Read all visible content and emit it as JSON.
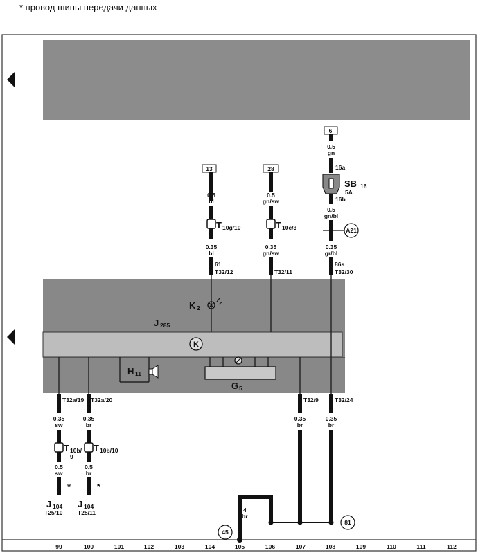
{
  "note": "* провод шины передачи данных",
  "terminals": [
    {
      "id": "t13",
      "label": "13"
    },
    {
      "id": "t28",
      "label": "28"
    },
    {
      "id": "t6",
      "label": "6"
    }
  ],
  "wires": {
    "w1_top": {
      "size": "0.5",
      "color": "bl"
    },
    "w1_bot": {
      "size": "0.35",
      "color": "bl"
    },
    "w2_top": {
      "size": "0.5",
      "color": "gn/sw"
    },
    "w2_bot": {
      "size": "0.35",
      "color": "gn/sw"
    },
    "w3_top": {
      "size": "0.5",
      "color": "gn"
    },
    "w3_mid": {
      "size": "0.5",
      "color": "gn/bl"
    },
    "w3_bot": {
      "size": "0.35",
      "color": "gr/bl"
    },
    "b1_top": {
      "size": "0.35",
      "color": "sw"
    },
    "b1_bot": {
      "size": "0.5",
      "color": "sw"
    },
    "b2_top": {
      "size": "0.35",
      "color": "br"
    },
    "b2_bot": {
      "size": "0.5",
      "color": "br"
    },
    "b3": {
      "size": "0.35",
      "color": "br"
    },
    "b4": {
      "size": "0.35",
      "color": "br"
    },
    "ground": {
      "size": "4",
      "color": "br"
    }
  },
  "connectors": {
    "t10g": {
      "name": "T",
      "sub": "10g/10"
    },
    "t10e": {
      "name": "T",
      "sub": "10e/3"
    },
    "t10b9": {
      "name": "T",
      "sub": "10b/",
      "sub2": "9"
    },
    "t10b10": {
      "name": "T",
      "sub": "10b/10"
    }
  },
  "pins": {
    "p1_num": "61",
    "p1": "T32/12",
    "p2": "T32/11",
    "p3_num": "86s",
    "p3": "T32/30",
    "b1": "T32a/19",
    "b2": "T32a/20",
    "b3": "T32/9",
    "b4": "T32/24"
  },
  "fuse": {
    "name": "SB",
    "sub": "16",
    "rating": "5A",
    "in": "16a",
    "out": "16b"
  },
  "components": {
    "k2": {
      "name": "K",
      "sub": "2"
    },
    "j285": {
      "name": "J",
      "sub": "285"
    },
    "h11": {
      "name": "H",
      "sub": "11"
    },
    "g5": {
      "name": "G",
      "sub": "5"
    },
    "k_symbol": "K",
    "g_symbol": "∅"
  },
  "modules": [
    {
      "name": "J",
      "sub": "104",
      "pin": "T25/10"
    },
    {
      "name": "J",
      "sub": "104",
      "pin": "T25/11"
    }
  ],
  "asterisk": "*",
  "circles": {
    "a21": "A21",
    "c81": "81",
    "c45": "45"
  },
  "grid": [
    "99",
    "100",
    "101",
    "102",
    "103",
    "104",
    "105",
    "106",
    "107",
    "108",
    "109",
    "110",
    "111",
    "112"
  ]
}
